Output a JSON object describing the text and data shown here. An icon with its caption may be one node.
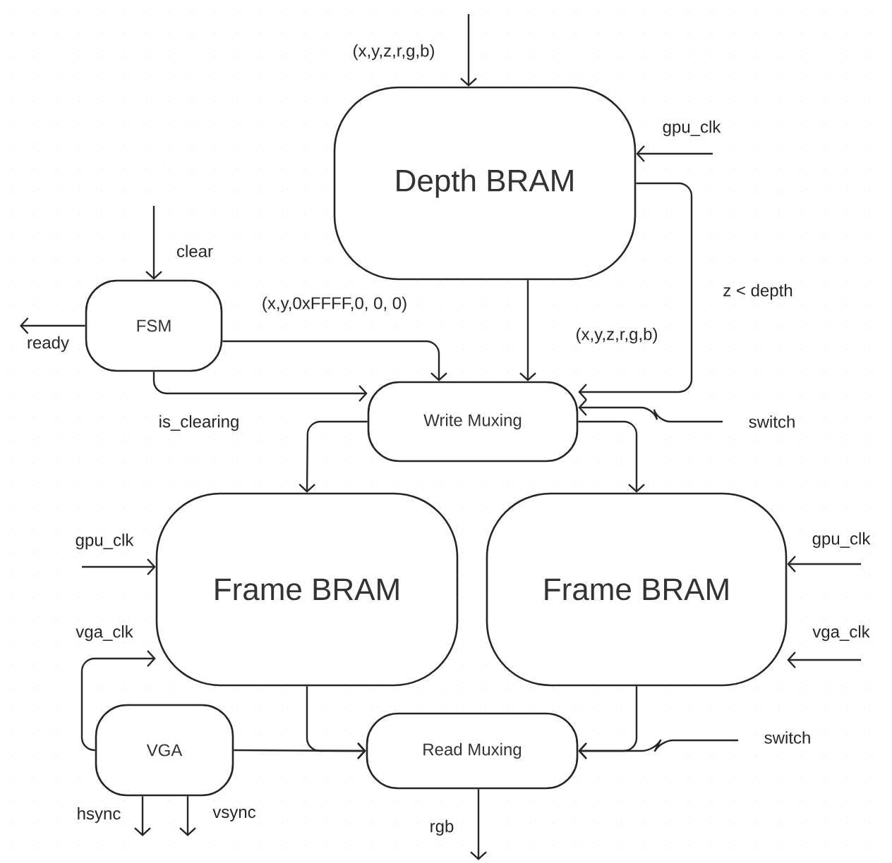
{
  "diagram": {
    "nodes": [
      {
        "text": [
          "Depth BRAM"
        ]
      },
      {
        "text": [
          "FSM"
        ]
      },
      {
        "text": [
          "Write Muxing"
        ]
      },
      {
        "text": [
          "Frame BRAM"
        ]
      },
      {
        "text": [
          "Frame BRAM"
        ]
      },
      {
        "text": [
          "VGA"
        ]
      },
      {
        "text": [
          "Read Muxing"
        ]
      }
    ],
    "edges": [
      {
        "from": null,
        "to": 0,
        "arrow": "to",
        "label": "(x,y,z,r,g,b)"
      },
      {
        "from": null,
        "to": 0,
        "arrow": "to",
        "label": "gpu_clk"
      },
      {
        "from": null,
        "to": 1,
        "arrow": "to",
        "label": "clear"
      },
      {
        "from": 1,
        "to": null,
        "arrow": "to",
        "label": "ready"
      },
      {
        "from": 1,
        "to": 2,
        "arrow": "to",
        "label": "(x,y,0xFFFF,0, 0, 0)"
      },
      {
        "from": 1,
        "to": 2,
        "arrow": "to",
        "label": "is_clearing"
      },
      {
        "from": 0,
        "to": 2,
        "arrow": "to",
        "label": "(x,y,z,r,g,b)"
      },
      {
        "from": 0,
        "to": 2,
        "arrow": "to",
        "label": "z < depth"
      },
      {
        "from": null,
        "to": 2,
        "arrow": "to",
        "label": "switch"
      },
      {
        "from": 2,
        "to": 3,
        "arrow": "to"
      },
      {
        "from": 2,
        "to": 4,
        "arrow": "to"
      },
      {
        "from": null,
        "to": 3,
        "arrow": "to",
        "label": "gpu_clk"
      },
      {
        "from": 5,
        "to": 3,
        "arrow": "to",
        "label": "vga_clk"
      },
      {
        "from": null,
        "to": 4,
        "arrow": "to",
        "label": "gpu_clk"
      },
      {
        "from": null,
        "to": 4,
        "arrow": "to",
        "label": "vga_clk"
      },
      {
        "from": 3,
        "to": 6,
        "arrow": "to"
      },
      {
        "from": 5,
        "to": 6,
        "arrow": "to"
      },
      {
        "from": 4,
        "to": 6,
        "arrow": "to"
      },
      {
        "from": null,
        "to": 6,
        "arrow": "to",
        "label": "switch"
      },
      {
        "from": 5,
        "to": null,
        "arrow": "to",
        "label": "hsync"
      },
      {
        "from": 5,
        "to": null,
        "arrow": "to",
        "label": "vsync"
      },
      {
        "from": 6,
        "to": null,
        "arrow": "to",
        "label": "rgb"
      }
    ]
  }
}
